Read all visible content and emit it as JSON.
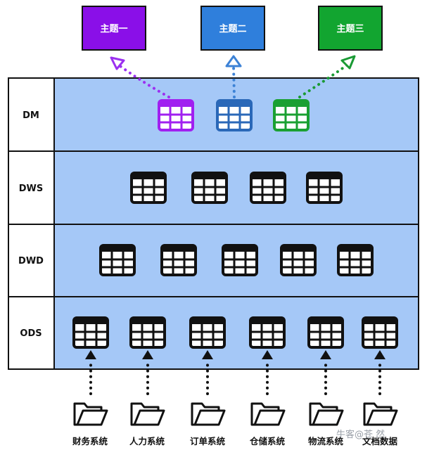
{
  "topics": [
    {
      "label": "主题一",
      "color": "#8a0fe8",
      "arrow": "#9b30f0"
    },
    {
      "label": "主题二",
      "color": "#2f7fdc",
      "arrow": "#3c82d6"
    },
    {
      "label": "主题三",
      "color": "#12a530",
      "arrow": "#1a9a34"
    }
  ],
  "layers": [
    {
      "label": "DM",
      "tables": 3
    },
    {
      "label": "DWS",
      "tables": 4
    },
    {
      "label": "DWD",
      "tables": 5
    },
    {
      "label": "ODS",
      "tables": 6
    }
  ],
  "dm_table_colors": [
    "#a020f0",
    "#2a68b8",
    "#1aa032"
  ],
  "sources": [
    "财务系统",
    "人力系统",
    "订单系统",
    "仓储系统",
    "物流系统",
    "文档数据"
  ],
  "watermark": "牛客@苍 然",
  "colors": {
    "band": "#a5c8f7",
    "ink": "#111111"
  }
}
